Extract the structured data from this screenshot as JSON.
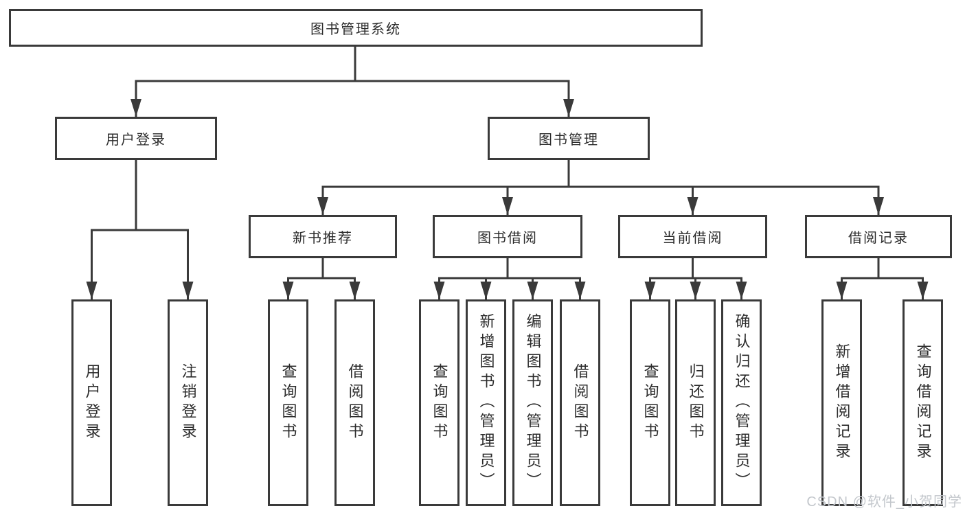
{
  "tree": {
    "root": {
      "label": "图书管理系统",
      "children": [
        {
          "label": "用户登录",
          "children": [
            {
              "label": "用户登录"
            },
            {
              "label": "注销登录"
            }
          ]
        },
        {
          "label": "图书管理",
          "children": [
            {
              "label": "新书推荐",
              "children": [
                {
                  "label": "查询图书"
                },
                {
                  "label": "借阅图书"
                }
              ]
            },
            {
              "label": "图书借阅",
              "children": [
                {
                  "label": "查询图书"
                },
                {
                  "label": "新增图书（管理员）"
                },
                {
                  "label": "编辑图书（管理员）"
                },
                {
                  "label": "借阅图书"
                }
              ]
            },
            {
              "label": "当前借阅",
              "children": [
                {
                  "label": "查询图书"
                },
                {
                  "label": "归还图书"
                },
                {
                  "label": "确认归还（管理员）"
                }
              ]
            },
            {
              "label": "借阅记录",
              "children": [
                {
                  "label": "新增借阅记录"
                },
                {
                  "label": "查询借阅记录"
                }
              ]
            }
          ]
        }
      ]
    }
  },
  "watermark": {
    "text": "CSDN @软件_小贺同学"
  },
  "colors": {
    "line": "#3a3a3a",
    "node_border": "#3a3a3a",
    "node_background": "#ffffff",
    "text": "#2b2b2b",
    "watermark": "#c3c7cc",
    "background": "#ffffff"
  }
}
